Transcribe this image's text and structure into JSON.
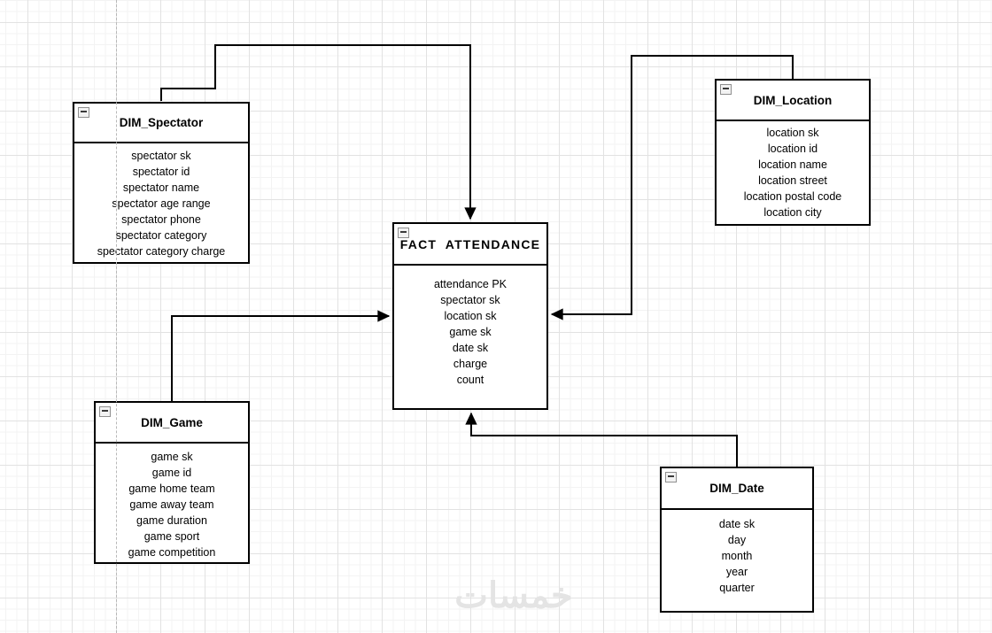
{
  "diagram": {
    "watermark_text": "خمسات",
    "entities": {
      "spectator": {
        "title": "DIM_Spectator",
        "fields": [
          "spectator sk",
          "spectator id",
          "spectator name",
          "spectator age range",
          "spectator phone",
          "spectator category",
          "spectator category charge"
        ]
      },
      "location": {
        "title": "DIM_Location",
        "fields": [
          "location sk",
          "location id",
          "location name",
          "location street",
          "location postal code",
          "location city"
        ]
      },
      "fact": {
        "title": "FACT  ATTENDANCE",
        "fields": [
          "attendance PK",
          "spectator sk",
          "location sk",
          "game sk",
          "date sk",
          "charge",
          "count"
        ]
      },
      "game": {
        "title": "DIM_Game",
        "fields": [
          "game sk",
          "game id",
          "game home team",
          "game away team",
          "game duration",
          "game sport",
          "game competition"
        ]
      },
      "date": {
        "title": "DIM_Date",
        "fields": [
          "date sk",
          "day",
          "month",
          "year",
          "quarter"
        ]
      }
    },
    "colors": {
      "entity_border": "#000000",
      "connector": "#000000",
      "grid_minor": "#f3f3f3",
      "grid_major": "#e2e2e2",
      "page_break": "#b8b8b8",
      "watermark": "#e4e4e4"
    }
  }
}
